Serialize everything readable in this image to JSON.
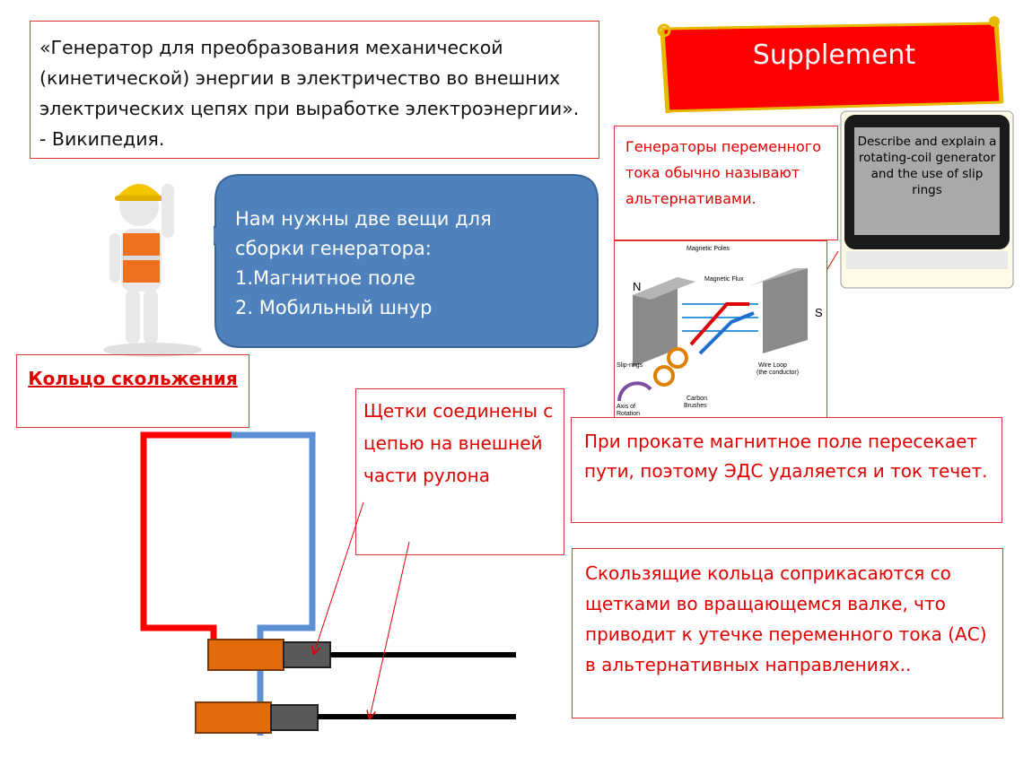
{
  "quote": "«Генератор для преобразования механической (кинетической) энергии в электричество во внешних электрических цепях при выработке электроэнергии». - Википедия.",
  "banner": {
    "label": "Supplement"
  },
  "ac_generators_note": "Генераторы переменного тока обычно называют альтернативами.",
  "tablet": {
    "text": "Describe and explain a rotating-coil generator and the use of slip rings"
  },
  "diagram": {
    "magnetic_poles": "Magnetic Poles",
    "magnetic_flux": "Magnetic Flux",
    "north": "N",
    "south": "S",
    "slip_rings": "Slip-rings",
    "wire_loop": "Wire Loop",
    "conductor": "(the conductor)",
    "carbon": "Carbon",
    "brushes": "Brushes",
    "axis_of": "Axis of",
    "rotation": "Rotation"
  },
  "speech": {
    "line1": "Нам нужны две вещи для",
    "line2": "сборки генератора:",
    "line3": "1.Магнитное поле",
    "line4": "2. Мобильный шнур"
  },
  "slip_ring_title": "Кольцо скольжения",
  "brushes_note": "Щетки соединены с цепью на внешней части рулона",
  "emf_note": "При прокате магнитное поле пересекает пути, поэтому ЭДС удаляется и ток течет.",
  "slip_rings_note": "Скользящие кольца соприкасаются со щетками во вращающемся валке, что приводит к утечке переменного тока (АС) в альтернативных направлениях..",
  "colors": {
    "accent_red": "#e00000",
    "speech_blue": "#4f81bd",
    "wire_red": "#ff0000",
    "wire_blue": "#5b8fd6",
    "brush_orange": "#e36c0a",
    "contact_gray": "#595959"
  }
}
